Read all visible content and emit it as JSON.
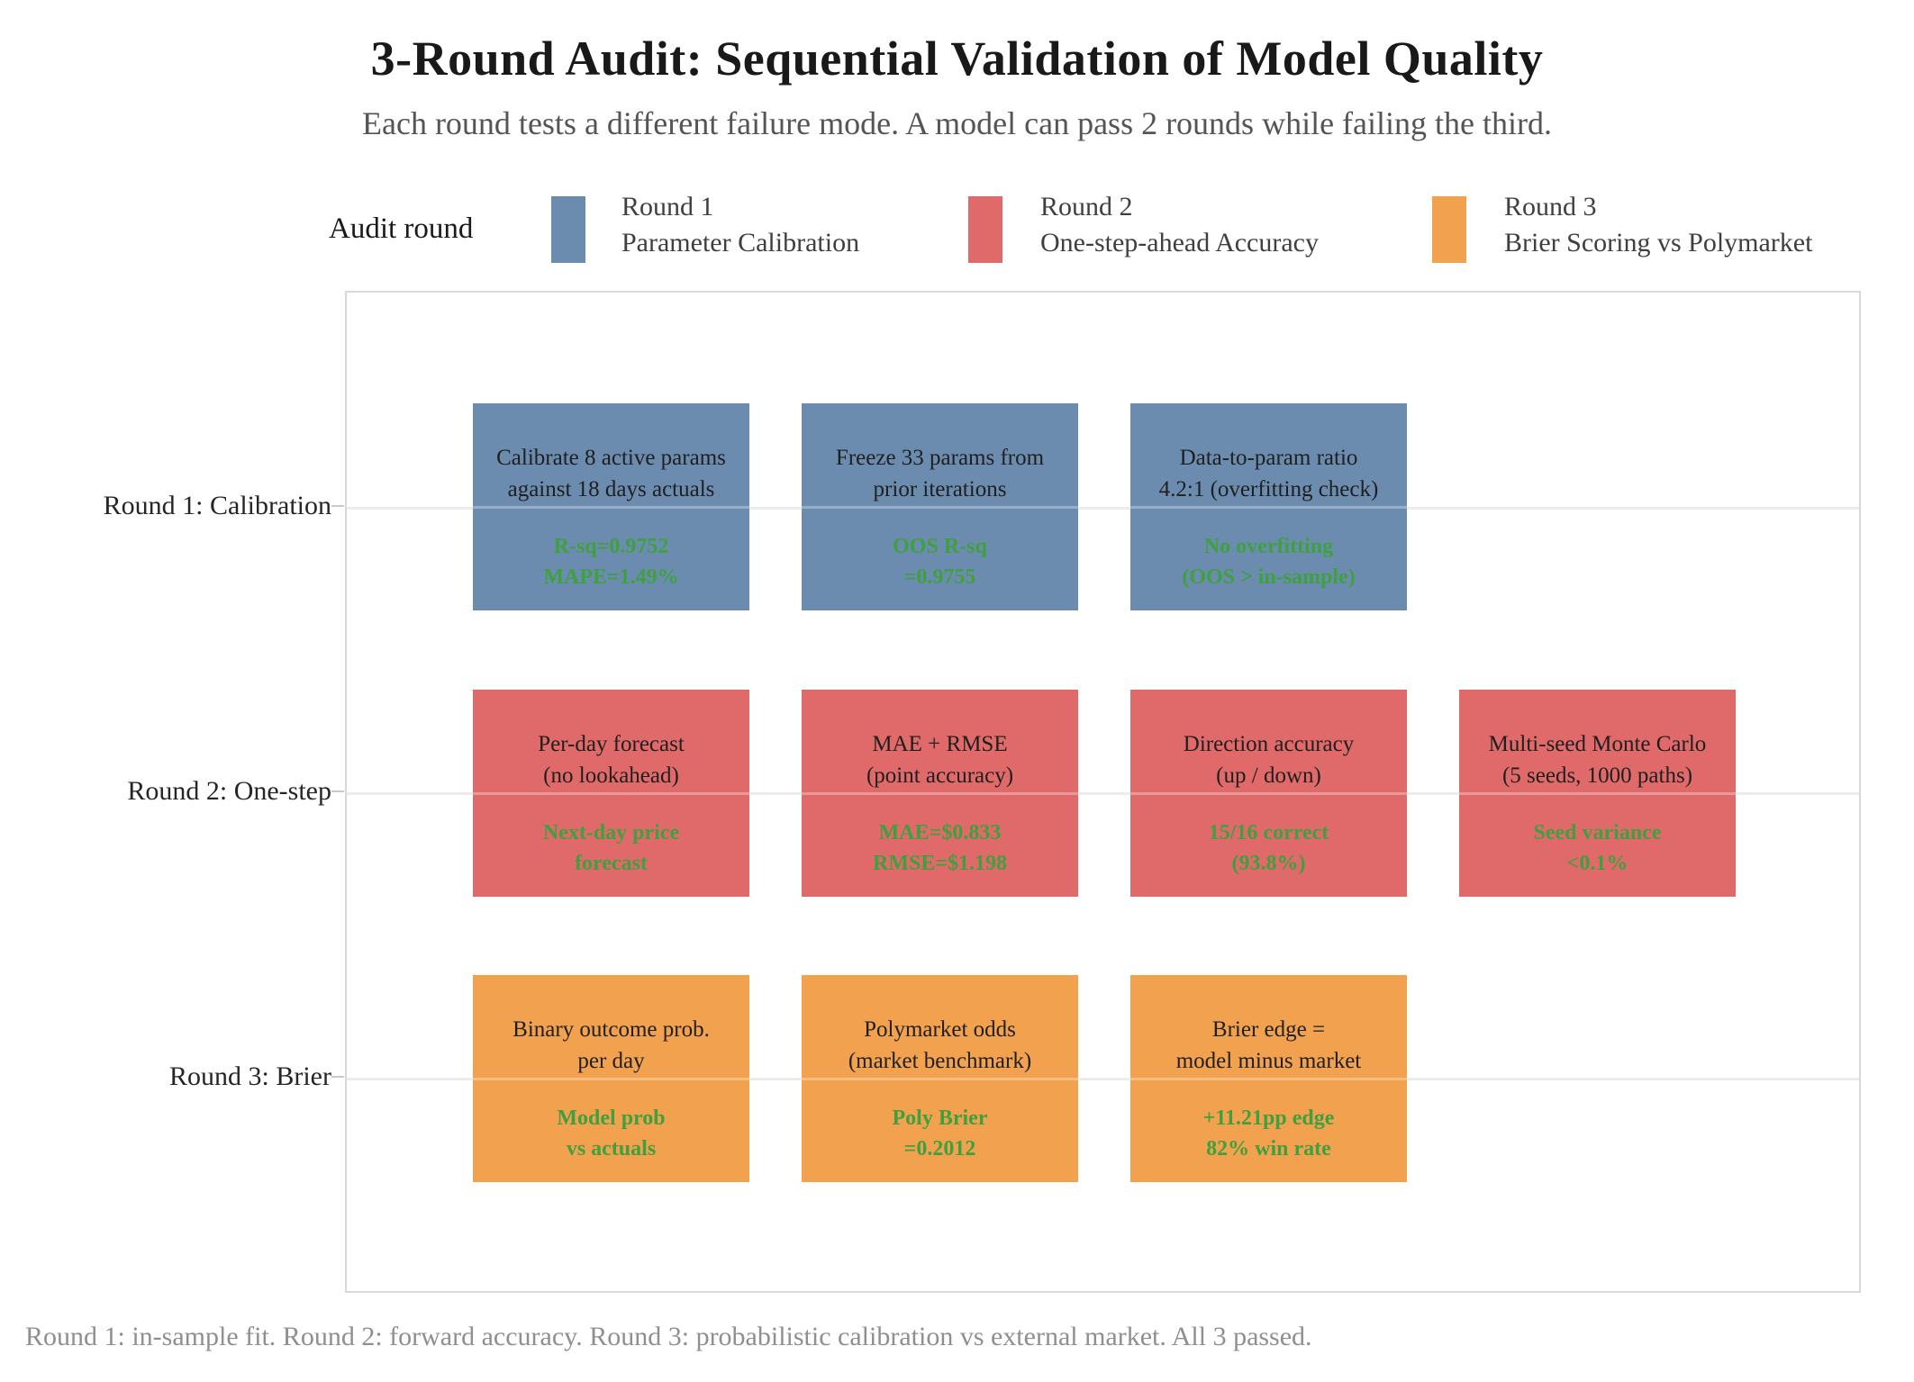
{
  "title": "3-Round Audit: Sequential Validation of Model Quality",
  "subtitle": "Each round tests a different failure mode. A model can pass 2 rounds while failing the third.",
  "caption": "Round 1: in-sample fit. Round 2: forward accuracy. Round 3: probabilistic calibration vs external market. All 3 passed.",
  "legend": {
    "title": "Audit round",
    "items": [
      {
        "round": "Round 1",
        "name": "Parameter Calibration",
        "color": "#6b8caf"
      },
      {
        "round": "Round 2",
        "name": "One-step-ahead Accuracy",
        "color": "#e06a6a"
      },
      {
        "round": "Round 3",
        "name": "Brier Scoring vs Polymarket",
        "color": "#f2a24e"
      }
    ]
  },
  "colors": {
    "result_text": "#3fa03f",
    "gridline": "#ececec",
    "panel_border": "#d9d9d9",
    "round1_fill": "#6b8caf",
    "round2_fill": "#e06a6a",
    "round3_fill": "#f2a24e"
  },
  "rows": [
    {
      "label": "Round 1: Calibration",
      "color": "#6b8caf",
      "boxes": [
        {
          "desc": "Calibrate 8 active params\nagainst 18 days actuals",
          "result": "R-sq=0.9752\nMAPE=1.49%"
        },
        {
          "desc": "Freeze 33 params from\nprior iterations",
          "result": "OOS R-sq\n=0.9755"
        },
        {
          "desc": "Data-to-param ratio\n4.2:1 (overfitting check)",
          "result": "No overfitting\n(OOS > in-sample)"
        }
      ]
    },
    {
      "label": "Round 2: One-step",
      "color": "#e06a6a",
      "boxes": [
        {
          "desc": "Per-day forecast\n(no lookahead)",
          "result": "Next-day price\nforecast"
        },
        {
          "desc": "MAE + RMSE\n(point accuracy)",
          "result": "MAE=$0.833\nRMSE=$1.198"
        },
        {
          "desc": "Direction accuracy\n(up / down)",
          "result": "15/16 correct\n(93.8%)"
        },
        {
          "desc": "Multi-seed Monte Carlo\n(5 seeds, 1000 paths)",
          "result": "Seed variance\n<0.1%"
        }
      ]
    },
    {
      "label": "Round 3: Brier",
      "color": "#f2a24e",
      "boxes": [
        {
          "desc": "Binary outcome prob.\nper day",
          "result": "Model prob\nvs actuals"
        },
        {
          "desc": "Polymarket odds\n(market benchmark)",
          "result": "Poly Brier\n=0.2012"
        },
        {
          "desc": "Brier edge =\nmodel minus market",
          "result": "+11.21pp edge\n82% win rate"
        }
      ]
    }
  ]
}
